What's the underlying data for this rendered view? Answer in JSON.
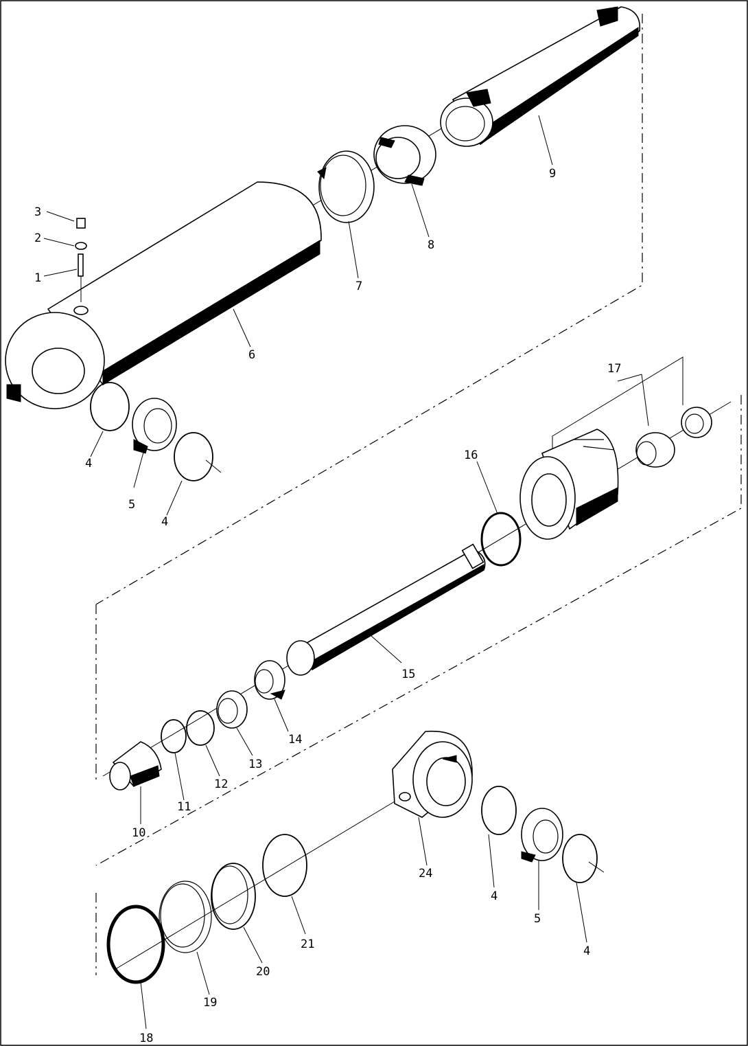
{
  "callouts": {
    "c1": "1",
    "c2": "2",
    "c3": "3",
    "c4a": "4",
    "c4b": "4",
    "c4c": "4",
    "c4d": "4",
    "c5a": "5",
    "c5b": "5",
    "c6": "6",
    "c7": "7",
    "c8": "8",
    "c9": "9",
    "c10": "10",
    "c11": "11",
    "c12": "12",
    "c13": "13",
    "c14": "14",
    "c15": "15",
    "c16": "16",
    "c17": "17",
    "c18": "18",
    "c19": "19",
    "c20": "20",
    "c21": "21",
    "c24": "24"
  },
  "colors": {
    "ink": "#000000",
    "paper": "#ffffff"
  }
}
